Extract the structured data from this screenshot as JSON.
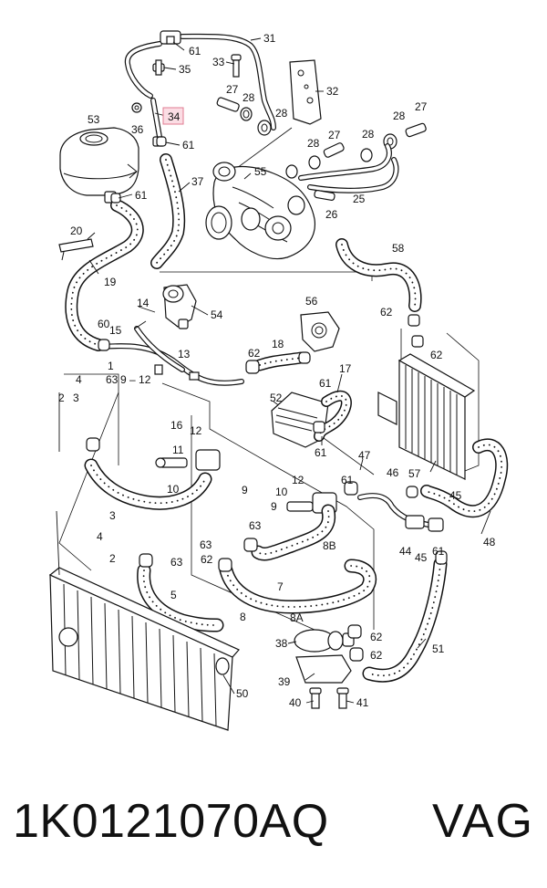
{
  "part_number": "1K0121070AQ",
  "brand": "VAG",
  "highlighted_callout": "34",
  "callouts": [
    "31",
    "61",
    "33",
    "35",
    "32",
    "27",
    "28",
    "28",
    "34",
    "53",
    "36",
    "61",
    "37",
    "27",
    "28",
    "28",
    "28",
    "27",
    "55",
    "26",
    "25",
    "20",
    "61",
    "58",
    "19",
    "56",
    "14",
    "54",
    "60",
    "15",
    "62",
    "62",
    "18",
    "62",
    "13",
    "1",
    "61",
    "17",
    "4",
    "63",
    "9 – 12",
    "52",
    "3",
    "2",
    "16",
    "12",
    "61",
    "47",
    "11",
    "10",
    "46",
    "12",
    "9",
    "57",
    "61",
    "3",
    "10",
    "45",
    "9",
    "63",
    "48",
    "4",
    "63",
    "62",
    "8B",
    "2",
    "63",
    "44",
    "45",
    "61",
    "7",
    "5",
    "8",
    "8A",
    "62",
    "38",
    "51",
    "62",
    "39",
    "50",
    "40",
    "41"
  ],
  "colors": {
    "line": "#111111",
    "highlight_fill": "#fbdde4",
    "highlight_stroke": "#e07c92"
  }
}
